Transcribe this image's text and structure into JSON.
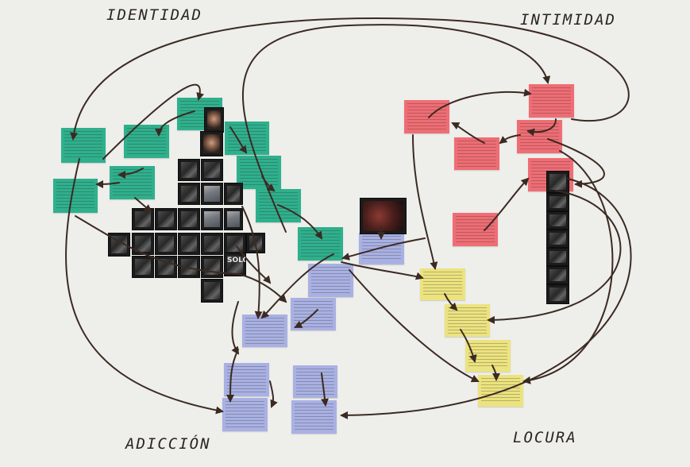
{
  "concepts": {
    "identidad": "IDENTIDAD",
    "intimidad": "INTIMIDAD",
    "adiccion": "ADICCIÓN",
    "locura": "LOCURA"
  },
  "photo_caption": "SOLO",
  "colors": {
    "green": "#2fb08d",
    "red": "#ef6d74",
    "yellow": "#ece37f",
    "blue": "#a9b1e3",
    "ink": "#3b2a22",
    "paper": "#eeeeeb"
  },
  "icons": [
    "photo-thumbnail-icon",
    "arrow-icon"
  ]
}
